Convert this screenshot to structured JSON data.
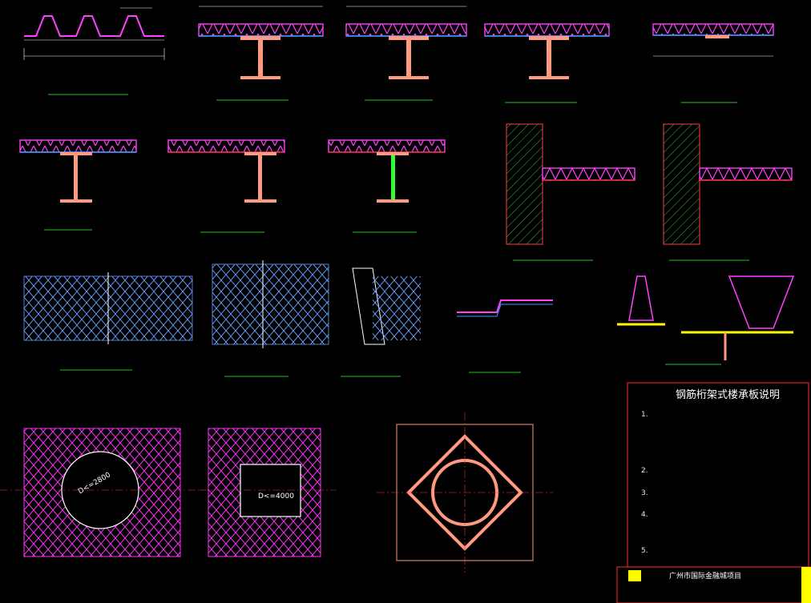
{
  "drawing": {
    "notes_title": "钢筋桁架式楼承板说明",
    "notes": [
      "1.",
      "2.",
      "3.",
      "4.",
      "5."
    ],
    "dim_labels": {
      "circle_opening": "D<=2800",
      "square_opening": "D<=4000"
    },
    "title_block": {
      "project": "广州市国际金融城项目",
      "logo": "logo"
    },
    "colors": {
      "steel_beam": "#ff9a80",
      "deck": "#ff00ff",
      "truss": "#30a0ff",
      "rebar": "#ff3030",
      "dim": "#ffffff",
      "anchor": "#ffff00",
      "concrete": "#30ff30"
    }
  }
}
